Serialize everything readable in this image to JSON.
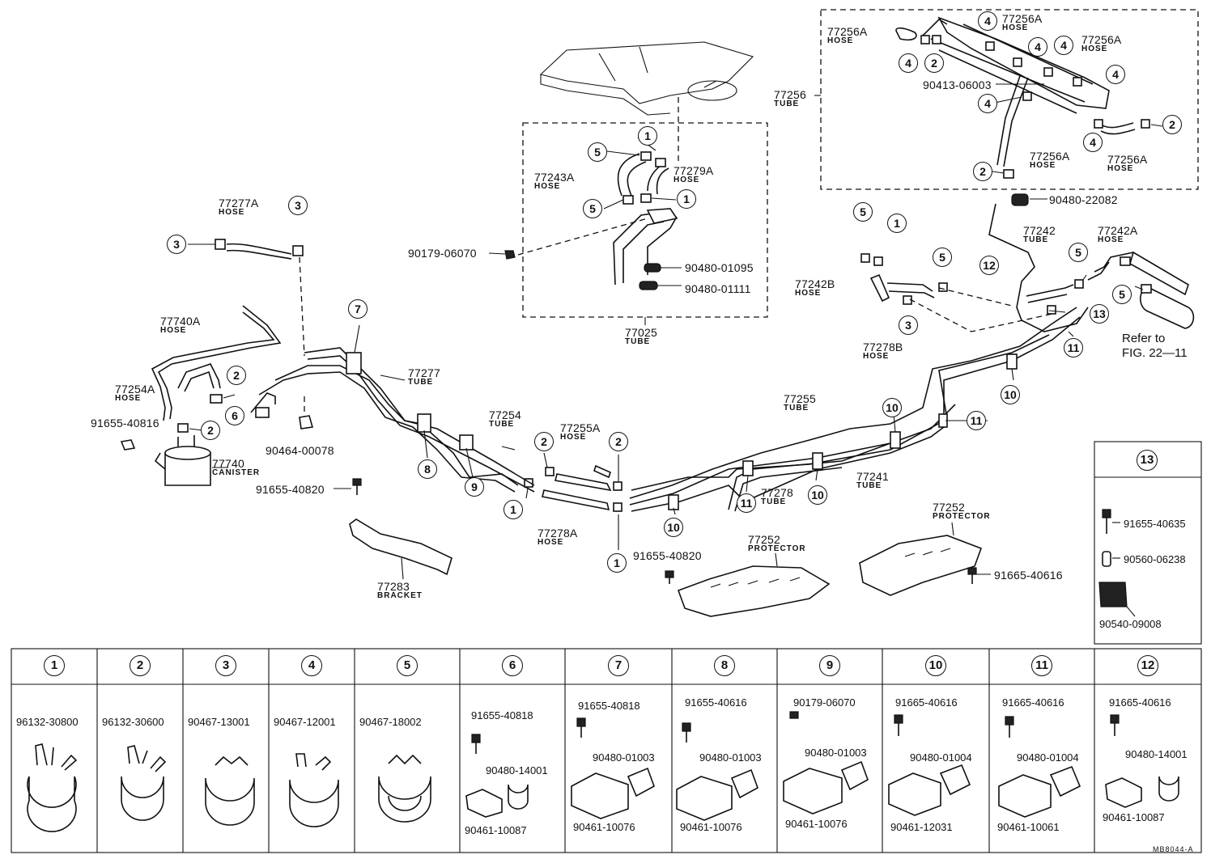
{
  "labels": [
    {
      "id": "p-77277a",
      "text": "77277A",
      "sub": "HOSE"
    },
    {
      "id": "p-77740a",
      "text": "77740A",
      "sub": "HOSE"
    },
    {
      "id": "p-77254a",
      "text": "77254A",
      "sub": "HOSE"
    },
    {
      "id": "p-91655-40816",
      "text": "91655-40816"
    },
    {
      "id": "p-77740",
      "text": "77740",
      "sub": "CANISTER"
    },
    {
      "id": "p-91655-40820a",
      "text": "91655-40820"
    },
    {
      "id": "p-90464-00078",
      "text": "90464-00078"
    },
    {
      "id": "p-77283",
      "text": "77283",
      "sub": "BRACKET"
    },
    {
      "id": "p-77277",
      "text": "77277",
      "sub": "TUBE"
    },
    {
      "id": "p-77254",
      "text": "77254",
      "sub": "TUBE"
    },
    {
      "id": "p-77255a",
      "text": "77255A",
      "sub": "HOSE"
    },
    {
      "id": "p-77278a",
      "text": "77278A",
      "sub": "HOSE"
    },
    {
      "id": "p-91655-40820b",
      "text": "91655-40820"
    },
    {
      "id": "p-77252a",
      "text": "77252",
      "sub": "PROTECTOR"
    },
    {
      "id": "p-77255",
      "text": "77255",
      "sub": "TUBE"
    },
    {
      "id": "p-77278",
      "text": "77278",
      "sub": "TUBE"
    },
    {
      "id": "p-77241",
      "text": "77241",
      "sub": "TUBE"
    },
    {
      "id": "p-77252b",
      "text": "77252",
      "sub": "PROTECTOR"
    },
    {
      "id": "p-91665-40616",
      "text": "91665-40616"
    },
    {
      "id": "p-77243a",
      "text": "77243A",
      "sub": "HOSE"
    },
    {
      "id": "p-77279a",
      "text": "77279A",
      "sub": "HOSE"
    },
    {
      "id": "p-90179-06070",
      "text": "90179-06070"
    },
    {
      "id": "p-90480-01095",
      "text": "90480-01095"
    },
    {
      "id": "p-90480-01111",
      "text": "90480-01111"
    },
    {
      "id": "p-77025",
      "text": "77025",
      "sub": "TUBE"
    },
    {
      "id": "p-77242b",
      "text": "77242B",
      "sub": "HOSE"
    },
    {
      "id": "p-77278b",
      "text": "77278B",
      "sub": "HOSE"
    },
    {
      "id": "p-77242",
      "text": "77242",
      "sub": "TUBE"
    },
    {
      "id": "p-77242a",
      "text": "77242A",
      "sub": "HOSE"
    },
    {
      "id": "p-90480-22082",
      "text": "90480-22082"
    },
    {
      "id": "p-77256",
      "text": "77256",
      "sub": "TUBE"
    },
    {
      "id": "p-77256a-1",
      "text": "77256A",
      "sub": "HOSE"
    },
    {
      "id": "p-77256a-2",
      "text": "77256A",
      "sub": "HOSE"
    },
    {
      "id": "p-77256a-3",
      "text": "77256A",
      "sub": "HOSE"
    },
    {
      "id": "p-77256a-4",
      "text": "77256A",
      "sub": "HOSE"
    },
    {
      "id": "p-77256a-5",
      "text": "77256A",
      "sub": "HOSE"
    },
    {
      "id": "p-90413-06003",
      "text": "90413-06003"
    }
  ],
  "reference_note": {
    "line1": "Refer to",
    "line2": "FIG. 22—11"
  },
  "inset13": {
    "header": "13",
    "parts": [
      "91655-40635",
      "90560-06238",
      "90540-09008"
    ]
  },
  "callouts": [
    "1",
    "2",
    "3",
    "4",
    "5",
    "6",
    "7",
    "8",
    "9",
    "10",
    "11",
    "12",
    "13"
  ],
  "table": {
    "headers": [
      "1",
      "2",
      "3",
      "4",
      "5",
      "6",
      "7",
      "8",
      "9",
      "10",
      "11",
      "12"
    ],
    "cells": [
      {
        "parts": [
          "96132-30800"
        ]
      },
      {
        "parts": [
          "96132-30600"
        ]
      },
      {
        "parts": [
          "90467-13001"
        ]
      },
      {
        "parts": [
          "90467-12001"
        ]
      },
      {
        "parts": [
          "90467-18002"
        ]
      },
      {
        "parts": [
          "91655-40818",
          "90480-14001",
          "90461-10087"
        ]
      },
      {
        "parts": [
          "91655-40818",
          "90480-01003",
          "90461-10076"
        ]
      },
      {
        "parts": [
          "91655-40616",
          "90480-01003",
          "90461-10076"
        ]
      },
      {
        "parts": [
          "90179-06070",
          "90480-01003",
          "90461-10076"
        ]
      },
      {
        "parts": [
          "91665-40616",
          "90480-01004",
          "90461-12031"
        ]
      },
      {
        "parts": [
          "91665-40616",
          "90480-01004",
          "90461-10061"
        ]
      },
      {
        "parts": [
          "91665-40616",
          "90480-14001",
          "90461-10087"
        ]
      }
    ]
  },
  "drawing_code": "MB8044-A"
}
